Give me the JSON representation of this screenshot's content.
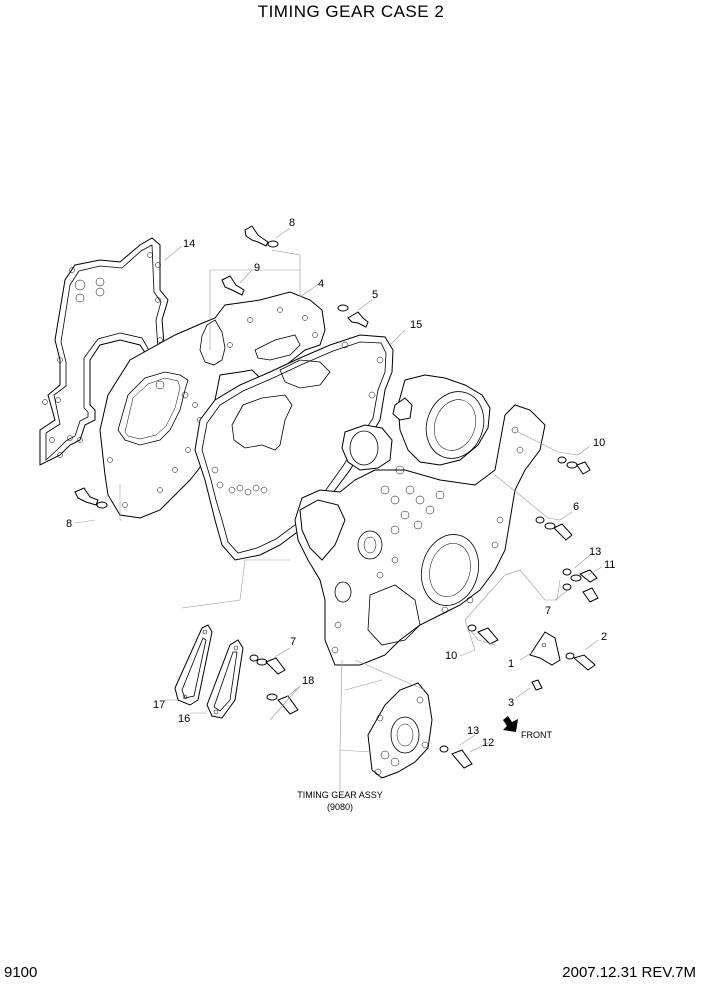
{
  "title": "TIMING GEAR CASE 2",
  "page_number": "9100",
  "revision": "2007.12.31  REV.7M",
  "callouts": {
    "c1": "1",
    "c2": "2",
    "c3": "3",
    "c4": "4",
    "c5": "5",
    "c6": "6",
    "c7a": "7",
    "c7b": "7",
    "c8a": "8",
    "c8b": "8",
    "c9": "9",
    "c10a": "10",
    "c10b": "10",
    "c11": "11",
    "c12": "12",
    "c13a": "13",
    "c13b": "13",
    "c14": "14",
    "c15": "15",
    "c16": "16",
    "c17": "17",
    "c18": "18"
  },
  "front_label": "FRONT",
  "assembly_ref": {
    "name": "TIMING GEAR ASSY",
    "code": "(9080)"
  }
}
